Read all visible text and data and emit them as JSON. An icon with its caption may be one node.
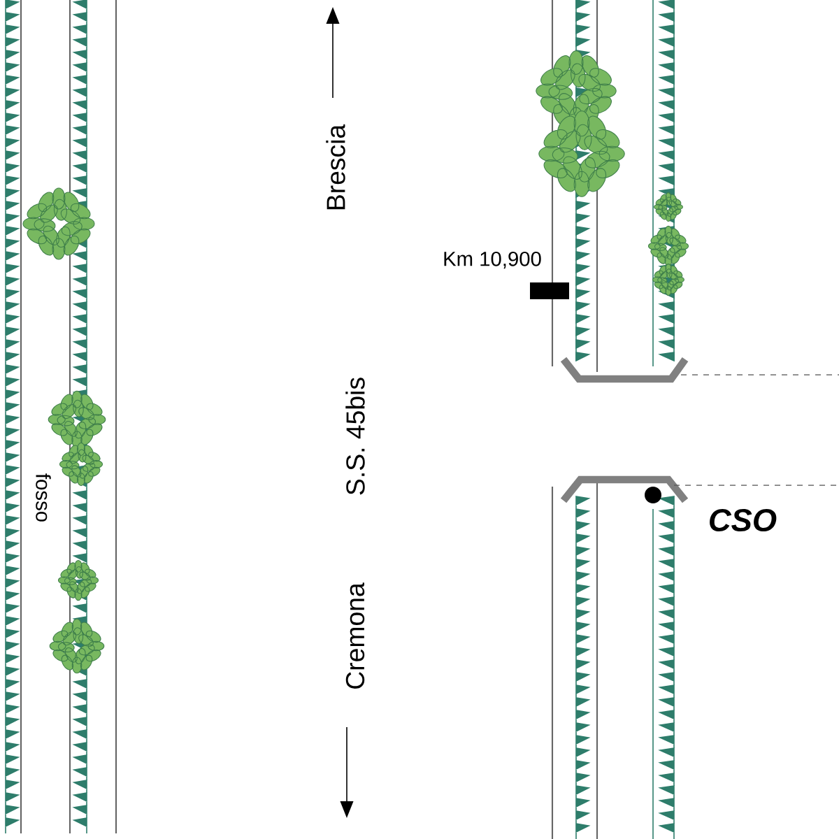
{
  "diagram": {
    "labels": [
      "Brescia",
      "Km 10,900",
      "fosso",
      "S.S. 45bis",
      "CSO",
      "Cremona"
    ]
  }
}
